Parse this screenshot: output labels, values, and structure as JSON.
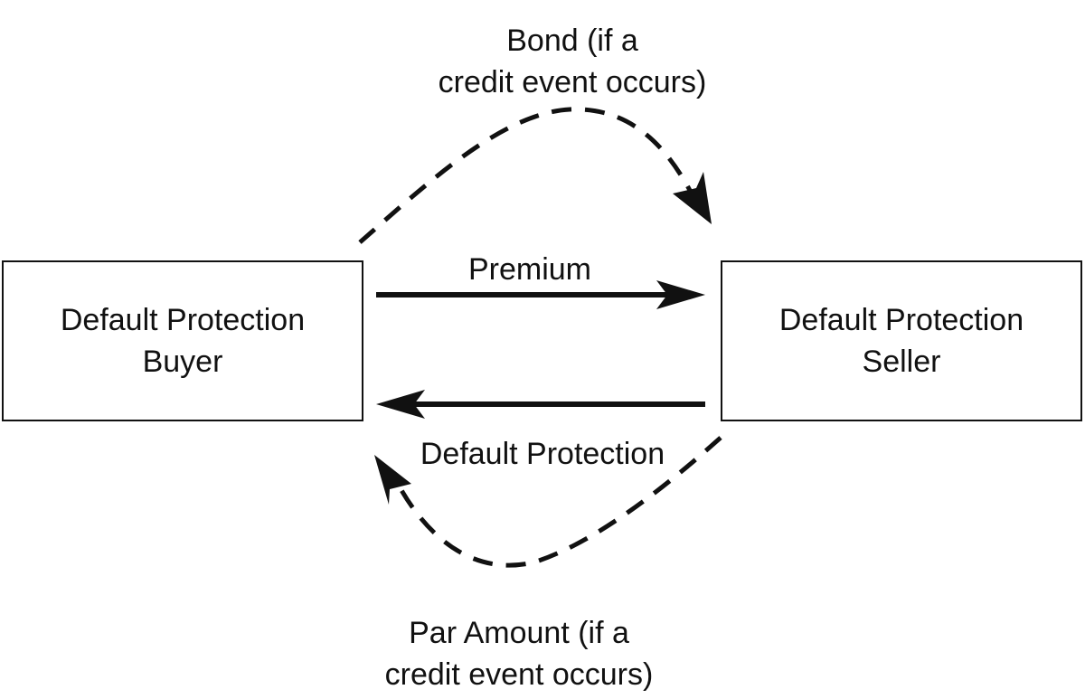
{
  "nodes": {
    "buyer": {
      "line1": "Default Protection",
      "line2": "Buyer"
    },
    "seller": {
      "line1": "Default Protection",
      "line2": "Seller"
    }
  },
  "flows": {
    "bond": {
      "line1": "Bond (if a",
      "line2": "credit event occurs)"
    },
    "premium": {
      "label": "Premium"
    },
    "default_protection": {
      "label": "Default Protection"
    },
    "par_amount": {
      "line1": "Par Amount (if a",
      "line2": "credit event occurs)"
    }
  },
  "colors": {
    "stroke": "#111111",
    "background": "#ffffff"
  }
}
